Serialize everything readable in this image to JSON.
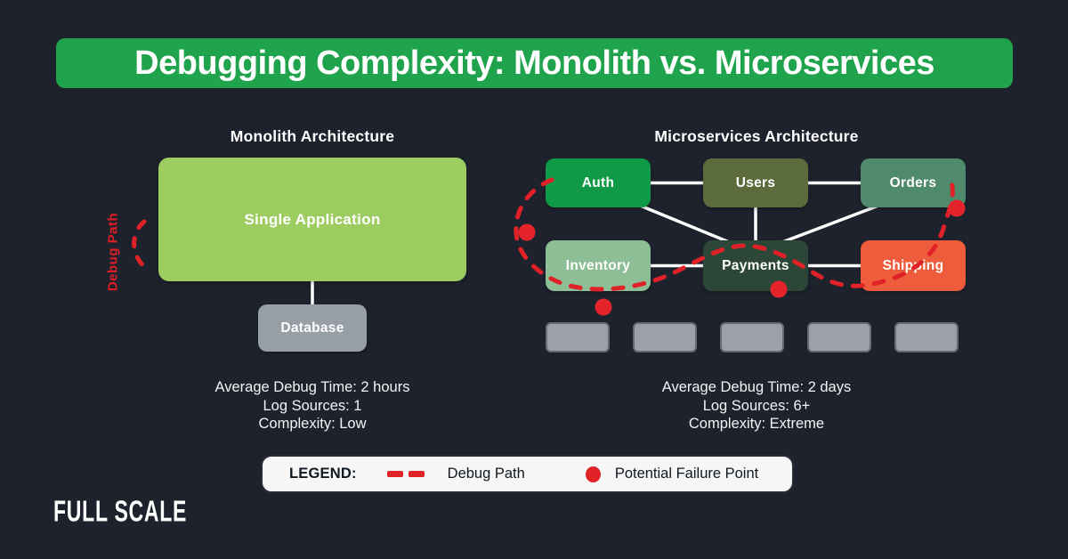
{
  "title": "Debugging Complexity: Monolith vs. Microservices",
  "brand": {
    "logo_text": "FULL SCALE"
  },
  "colors": {
    "background": "#1E222C",
    "header_green": "#1FA34C",
    "debug_red": "#E02128",
    "monolith_app": "#9DCD60",
    "database_gray": "#969EA6",
    "legend_bg": "#F6F6F6"
  },
  "monolith": {
    "heading": "Monolith Architecture",
    "debug_path_label": "Debug Path",
    "app_label": "Single Application",
    "database_label": "Database",
    "stats": [
      "Average Debug Time: 2 hours",
      "Log Sources: 1",
      "Complexity: Low"
    ]
  },
  "microservices": {
    "heading": "Microservices Architecture",
    "services": [
      {
        "label": "Auth",
        "color": "#109A47"
      },
      {
        "label": "Users",
        "color": "#5B6B3C"
      },
      {
        "label": "Orders",
        "color": "#4F8A6C"
      },
      {
        "label": "Inventory",
        "color": "#8EBE95"
      },
      {
        "label": "Payments",
        "color": "#2C4737"
      },
      {
        "label": "Shipping",
        "color": "#EF5C3B"
      }
    ],
    "stats": [
      "Average Debug Time: 2 days",
      "Log Sources: 6+",
      "Complexity: Extreme"
    ]
  },
  "legend": {
    "label": "LEGEND:",
    "debug_path": "Debug Path",
    "failure_point": "Potential Failure Point"
  }
}
